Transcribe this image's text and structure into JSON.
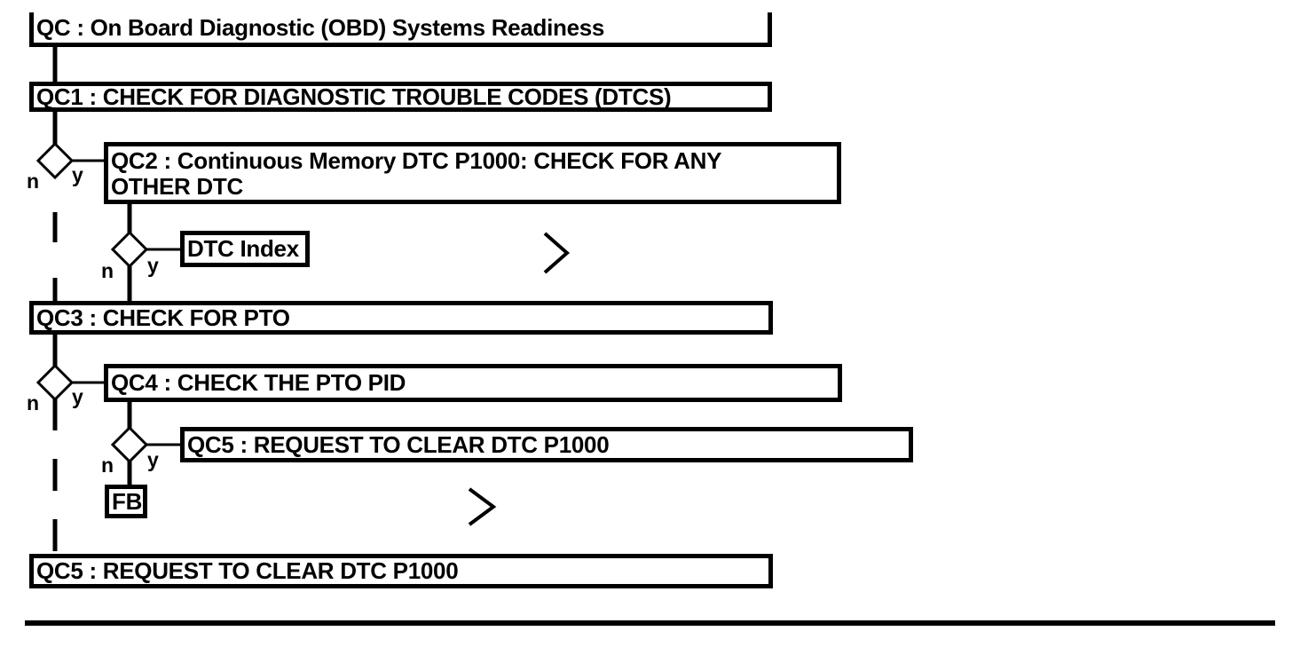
{
  "page": {
    "background_color": "#ffffff",
    "line_color": "#000000"
  },
  "flowchart": {
    "title": "QC : On Board Diagnostic (OBD) Systems Readiness",
    "branch_labels": {
      "no": "n",
      "yes": "y"
    },
    "continuation_icon": "chevron-right",
    "nodes": [
      {
        "id": "qc",
        "label": "QC : On Board Diagnostic (OBD) Systems Readiness"
      },
      {
        "id": "qc1",
        "label": "QC1 : CHECK FOR DIAGNOSTIC TROUBLE CODES (DTCS)"
      },
      {
        "id": "qc2",
        "label": "QC2 : Continuous Memory DTC P1000: CHECK FOR ANY OTHER DTC",
        "lines": [
          "QC2 : Continuous Memory DTC P1000: CHECK FOR ANY",
          "OTHER DTC"
        ]
      },
      {
        "id": "dtc-index",
        "label": "DTC Index"
      },
      {
        "id": "qc3",
        "label": "QC3 : CHECK FOR PTO"
      },
      {
        "id": "qc4",
        "label": "QC4 : CHECK THE PTO PID"
      },
      {
        "id": "qc5-branch",
        "label": "QC5 : REQUEST TO CLEAR DTC P1000"
      },
      {
        "id": "fb",
        "label": "FB"
      },
      {
        "id": "qc5",
        "label": "QC5 : REQUEST TO CLEAR DTC P1000"
      }
    ]
  }
}
